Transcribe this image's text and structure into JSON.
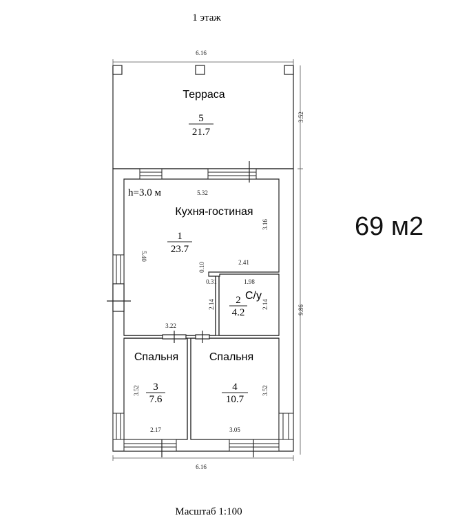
{
  "header": {
    "floor_title": "1 этаж"
  },
  "total_area": "69 м2",
  "scale_label": "Масштаб 1:100",
  "ceiling_height": "h=3.0 м",
  "rooms": [
    {
      "name": "Терраса",
      "number": "5",
      "area": "21.7"
    },
    {
      "name": "Кухня-гостиная",
      "number": "1",
      "area": "23.7"
    },
    {
      "name": "С/у",
      "number": "2",
      "area": "4.2"
    },
    {
      "name": "Спальня",
      "number": "3",
      "area": "7.6"
    },
    {
      "name": "Спальня",
      "number": "4",
      "area": "10.7"
    }
  ],
  "dimensions": {
    "top_width": "6.16",
    "bottom_width": "6.16",
    "terrace_depth": "3.52",
    "house_depth": "9.86",
    "living_width": "5.32",
    "living_depth": "3.16",
    "living_left": "5.40",
    "partition_2_41": "2.41",
    "partition_0_10": "0.10",
    "partition_0_31": "0.31",
    "bath_width": "1.98",
    "bath_left": "2.14",
    "bath_right": "2.14",
    "bedroom3_top": "3.22",
    "bedroom3_left": "3.52",
    "bedroom3_bottom": "2.17",
    "bedroom4_right": "3.52",
    "bedroom4_bottom": "3.05"
  }
}
